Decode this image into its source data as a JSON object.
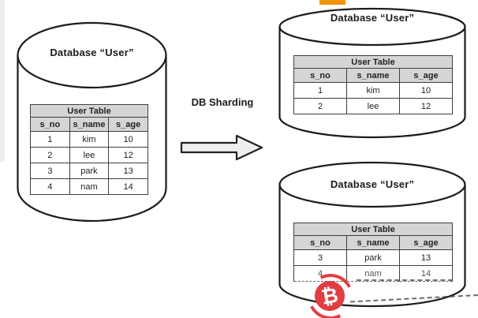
{
  "arrow_label": "DB Sharding",
  "source_db": {
    "title": "Database “User”",
    "table": {
      "title": "User Table",
      "columns": [
        "s_no",
        "s_name",
        "s_age"
      ],
      "rows": [
        [
          "1",
          "kim",
          "10"
        ],
        [
          "2",
          "lee",
          "12"
        ],
        [
          "3",
          "park",
          "13"
        ],
        [
          "4",
          "nam",
          "14"
        ]
      ]
    }
  },
  "shard_db_1": {
    "title": "Database “User”",
    "table": {
      "title": "User Table",
      "columns": [
        "s_no",
        "s_name",
        "s_age"
      ],
      "rows": [
        [
          "1",
          "kim",
          "10"
        ],
        [
          "2",
          "lee",
          "12"
        ]
      ]
    }
  },
  "shard_db_2": {
    "title": "Database “User”",
    "table": {
      "title": "User Table",
      "columns": [
        "s_no",
        "s_name",
        "s_age"
      ],
      "rows": [
        [
          "3",
          "park",
          "13"
        ],
        [
          "4",
          "nam",
          "14"
        ]
      ]
    }
  },
  "watermark": {
    "bitcoin_symbol": "₿"
  },
  "colors": {
    "stroke": "#1c1c1c",
    "table_header_fill": "#d5d5d5",
    "arrow_fill": "#efefef",
    "orange_marker": "#f0940a",
    "watermark_red": "#e23d42"
  }
}
